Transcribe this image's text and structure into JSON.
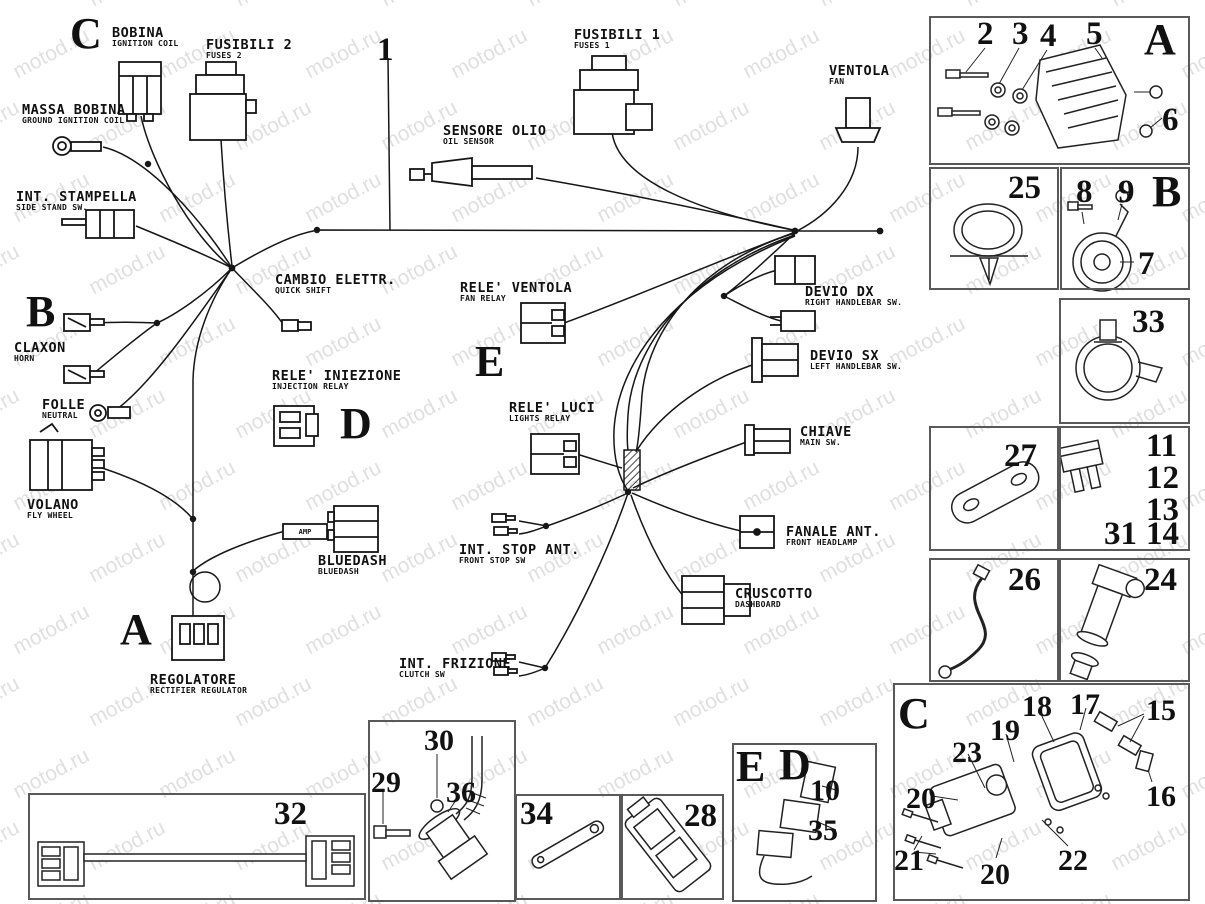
{
  "watermark": {
    "text": "motod.ru"
  },
  "letters": {
    "A": "A",
    "B": "B",
    "C": "C",
    "D": "D",
    "E": "E"
  },
  "nums": {
    "1": "1",
    "2": "2",
    "3": "3",
    "4": "4",
    "5": "5",
    "6": "6",
    "7": "7",
    "8": "8",
    "9": "9",
    "10": "10",
    "11": "11",
    "12": "12",
    "13": "13",
    "14": "14",
    "15": "15",
    "16": "16",
    "17": "17",
    "18": "18",
    "19": "19",
    "20": "20",
    "21": "21",
    "22": "22",
    "23": "23",
    "24": "24",
    "25": "25",
    "26": "26",
    "27": "27",
    "28": "28",
    "29": "29",
    "30": "30",
    "31": "31",
    "32": "32",
    "33": "33",
    "34": "34",
    "35": "35",
    "36": "36"
  },
  "labels": {
    "bobina": {
      "it": "BOBINA",
      "en": "IGNITION COIL"
    },
    "fusibili2": {
      "it": "FUSIBILI 2",
      "en": "FUSES 2"
    },
    "massa_bobina": {
      "it": "MASSA BOBINA",
      "en": "GROUND IGNITION COIL"
    },
    "int_stampella": {
      "it": "INT. STAMPELLA",
      "en": "SIDE STAND SW."
    },
    "cambio_elettr": {
      "it": "CAMBIO ELETTR.",
      "en": "QUICK SHIFT"
    },
    "claxon": {
      "it": "CLAXON",
      "en": "HORN"
    },
    "folle": {
      "it": "FOLLE",
      "en": "NEUTRAL"
    },
    "volano": {
      "it": "VOLANO",
      "en": "FLY WHEEL"
    },
    "rele_iniezione": {
      "it": "RELE' INIEZIONE",
      "en": "INJECTION RELAY"
    },
    "bluedash": {
      "it": "BLUEDASH",
      "en": "BLUEDASH"
    },
    "regolatore": {
      "it": "REGOLATORE",
      "en": "RECTIFIER REGULATOR"
    },
    "sensore_olio": {
      "it": "SENSORE OLIO",
      "en": "OIL SENSOR"
    },
    "fusibili1": {
      "it": "FUSIBILI 1",
      "en": "FUSES 1"
    },
    "ventola": {
      "it": "VENTOLA",
      "en": "FAN"
    },
    "rele_ventola": {
      "it": "RELE' VENTOLA",
      "en": "FAN RELAY"
    },
    "rele_luci": {
      "it": "RELE' LUCI",
      "en": "LIGHTS RELAY"
    },
    "devio_dx": {
      "it": "DEVIO DX",
      "en": "RIGHT HANDLEBAR SW."
    },
    "devio_sx": {
      "it": "DEVIO SX",
      "en": "LEFT HANDLEBAR SW."
    },
    "chiave": {
      "it": "CHIAVE",
      "en": "MAIN SW."
    },
    "int_stop_ant": {
      "it": "INT. STOP ANT.",
      "en": "FRONT STOP SW"
    },
    "fanale_ant": {
      "it": "FANALE ANT.",
      "en": "FRONT HEADLAMP"
    },
    "cruscotto": {
      "it": "CRUSCOTTO",
      "en": "DASHBOARD"
    },
    "int_frizione": {
      "it": "INT. FRIZIONE",
      "en": "CLUTCH SW"
    },
    "amp": "AMP"
  }
}
